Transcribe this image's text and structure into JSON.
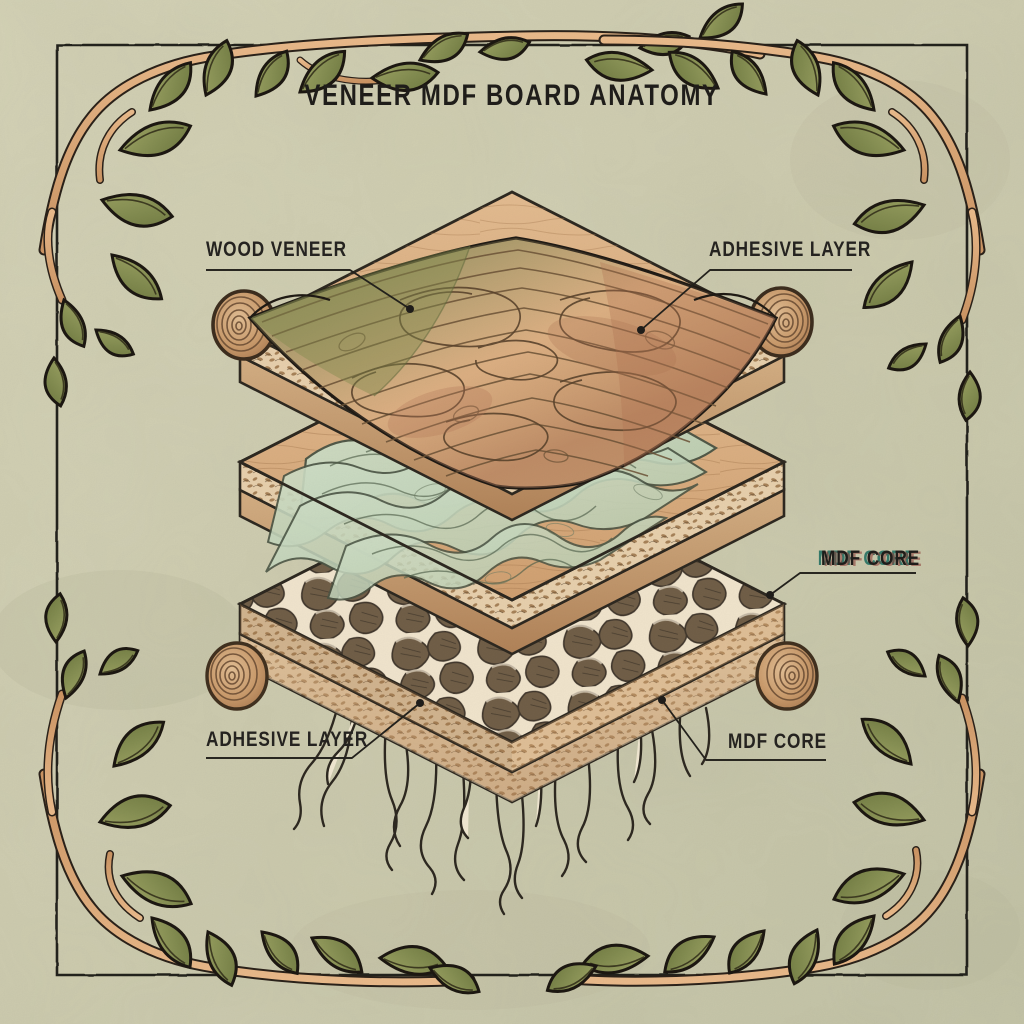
{
  "poster": {
    "title": "VENEER MDF BOARD ANATOMY",
    "background_color": "#cfccb0",
    "ink_color": "#1f1d1a",
    "frame_color": "#23211c"
  },
  "labels": {
    "wood_veneer": "WOOD VENEER",
    "adhesive_top": "ADHESIVE LAYER",
    "mdf_core_right": "MDF CORE",
    "adhesive_bottom": "ADHESIVE LAYER",
    "mdf_core_bottom": "MDF CORE"
  },
  "glitch": {
    "word": "MDF",
    "rest": " CORE",
    "teal_color": "#1c6b5e",
    "red_color": "#8a3b35"
  },
  "layers": [
    {
      "name": "wood-veneer",
      "label": "WOOD VENEER",
      "description": "Curved draped wood veneer sheet with flowing figured grain and rolled log ends",
      "fill_colors": [
        "#d9a97e",
        "#c8955f",
        "#8c8c5a",
        "#b98a6a"
      ],
      "order": 1
    },
    {
      "name": "adhesive-layer-upper",
      "label": "ADHESIVE LAYER",
      "description": "Pale green glue spread with flowing contour ripples on a tan board",
      "fill_colors": [
        "#c3d3bb",
        "#d5a97b"
      ],
      "order": 2
    },
    {
      "name": "mdf-core",
      "label": "MDF CORE",
      "description": "Dense fibre core slab with cellular network texture and root tendrils below",
      "fill_colors": [
        "#efe2cb",
        "#6e5b45",
        "#d5a97b"
      ],
      "order": 3
    }
  ],
  "decor": {
    "corner_motif": "branch-with-leaves",
    "leaf_color": "#8d9457",
    "leaf_color_dark": "#6f7a42",
    "branch_color": "#dda877",
    "log_end_color": "#c99a6b",
    "log_ring_color": "#6d4f35"
  },
  "icons": {
    "log_end": "log-cross-section-icon",
    "leaf": "leaf-icon",
    "branch": "branch-icon",
    "root": "root-icon"
  }
}
